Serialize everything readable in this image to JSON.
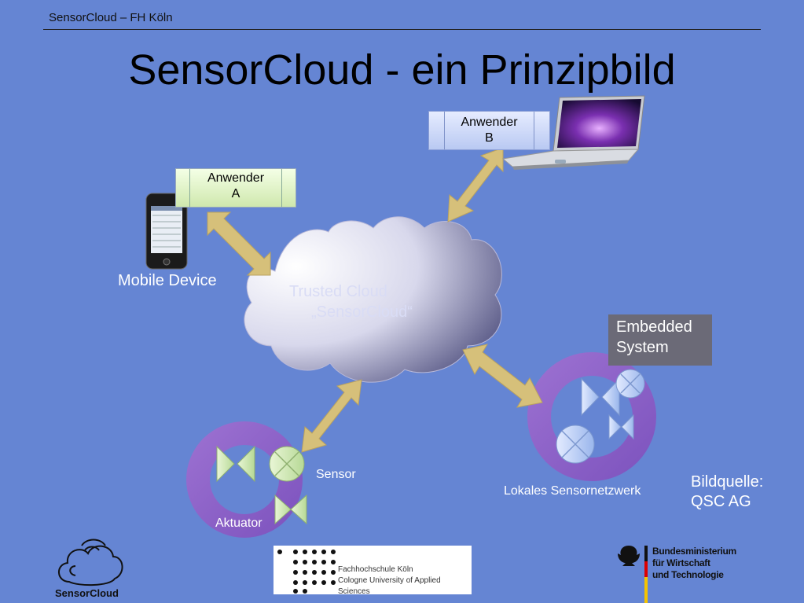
{
  "header": {
    "text": "SensorCloud – FH Köln"
  },
  "title": "SensorCloud - ein Prinzipbild",
  "anwender_a": {
    "line1": "Anwender",
    "line2": "A"
  },
  "anwender_b": {
    "line1": "Anwender",
    "line2": "B"
  },
  "mobile_label": "Mobile Device",
  "cloud": {
    "line1": "Trusted Cloud",
    "line2": "„SensorCloud“"
  },
  "embedded": {
    "line1": "Embedded",
    "line2": "System"
  },
  "sensor_label": "Sensor",
  "aktuator_label": "Aktuator",
  "lokales_label": "Lokales Sensornetzwerk",
  "bildquelle": {
    "line1": "Bildquelle:",
    "line2": "QSC AG"
  },
  "fh_logo": {
    "line1": "Fachhochschule Köln",
    "line2": "Cologne University of Applied Sciences"
  },
  "bm_logo": {
    "line1": "Bundesministerium",
    "line2": "für Wirtschaft",
    "line3": "und Technologie"
  },
  "sc_logo": {
    "text": "SensorCloud"
  },
  "colors": {
    "background": "#6585d3",
    "arrow": "#d6c07a",
    "ring": "#8f64c8",
    "cloud_light": "#ffffff",
    "cloud_dark": "#4a4a7a"
  }
}
